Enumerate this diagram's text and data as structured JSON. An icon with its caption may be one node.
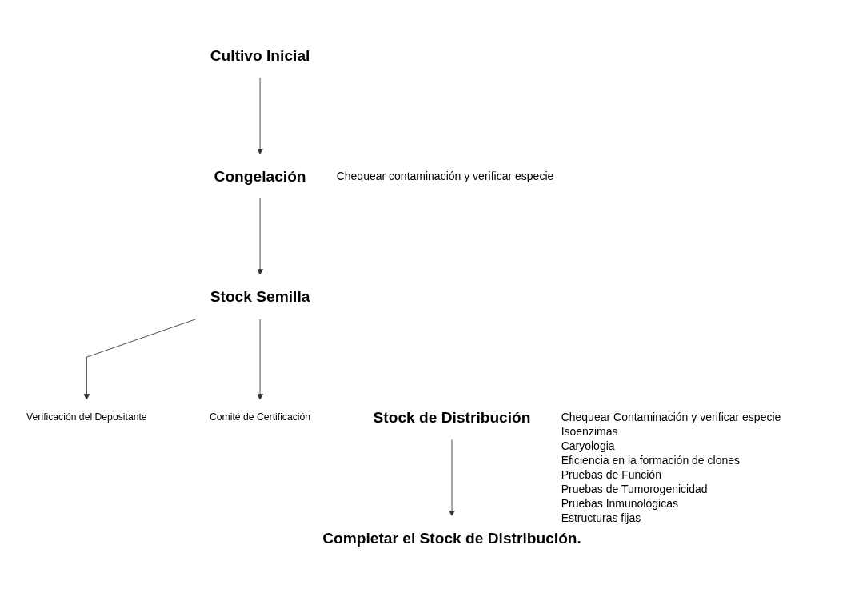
{
  "diagram": {
    "nodes": [
      {
        "text": [
          "Cultivo Inicial"
        ]
      },
      {
        "text": [
          "Congelación"
        ],
        "beside": [
          "Chequear contaminación y verificar especie"
        ]
      },
      {
        "text": [
          "Stock Semilla"
        ]
      },
      {
        "text": [
          "Verificación del Depositante"
        ]
      },
      {
        "text": [
          "Comité de Certificación"
        ]
      },
      {
        "text": [
          "Stock de Distribución"
        ],
        "beside": [
          "Chequear Contaminación y verificar especie",
          "Isoenzimas",
          "Caryologia",
          "Eficiencia en la formación de clones",
          "Pruebas de Función",
          "Pruebas de Tumorogenicidad",
          "Pruebas Inmunológicas",
          "Estructuras fijas"
        ]
      },
      {
        "text": [
          "Completar el Stock de Distribución."
        ]
      }
    ],
    "edges": [
      {
        "from": 0,
        "to": 1,
        "arrow": "to"
      },
      {
        "from": 1,
        "to": 2,
        "arrow": "to"
      },
      {
        "from": 2,
        "to": 3,
        "arrow": "to"
      },
      {
        "from": 2,
        "to": 4,
        "arrow": "to"
      },
      {
        "from": 5,
        "to": 6,
        "arrow": "to"
      }
    ]
  }
}
